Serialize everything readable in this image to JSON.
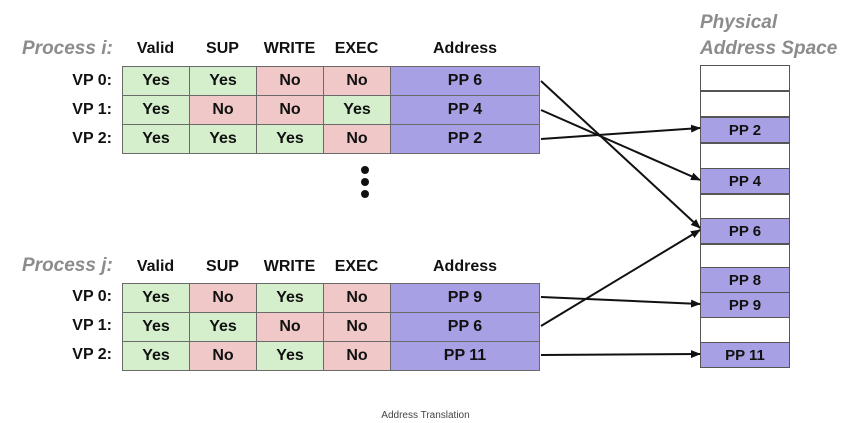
{
  "headers": [
    "Valid",
    "SUP",
    "WRITE",
    "EXEC",
    "Address"
  ],
  "processes": [
    {
      "title": "Process i:",
      "rows": [
        {
          "vp": "VP 0:",
          "valid": "Yes",
          "sup": "Yes",
          "write": "No",
          "exec": "No",
          "address": "PP 6"
        },
        {
          "vp": "VP 1:",
          "valid": "Yes",
          "sup": "No",
          "write": "No",
          "exec": "Yes",
          "address": "PP 4"
        },
        {
          "vp": "VP 2:",
          "valid": "Yes",
          "sup": "Yes",
          "write": "Yes",
          "exec": "No",
          "address": "PP 2"
        }
      ]
    },
    {
      "title": "Process j:",
      "rows": [
        {
          "vp": "VP 0:",
          "valid": "Yes",
          "sup": "No",
          "write": "Yes",
          "exec": "No",
          "address": "PP 9"
        },
        {
          "vp": "VP 1:",
          "valid": "Yes",
          "sup": "Yes",
          "write": "No",
          "exec": "No",
          "address": "PP 6"
        },
        {
          "vp": "VP 2:",
          "valid": "Yes",
          "sup": "No",
          "write": "Yes",
          "exec": "No",
          "address": "PP 11"
        }
      ]
    }
  ],
  "physical": {
    "title_line1": "Physical",
    "title_line2": "Address Space",
    "slots": [
      "",
      "",
      "PP 2",
      "",
      "PP 4",
      "",
      "PP 6",
      "",
      "PP 8",
      "PP 9",
      "",
      "PP 11"
    ]
  },
  "caption": "Address Translation",
  "colors": {
    "yes": "#d5efcc",
    "no": "#f1c8c8",
    "address": "#a8a0e4"
  }
}
